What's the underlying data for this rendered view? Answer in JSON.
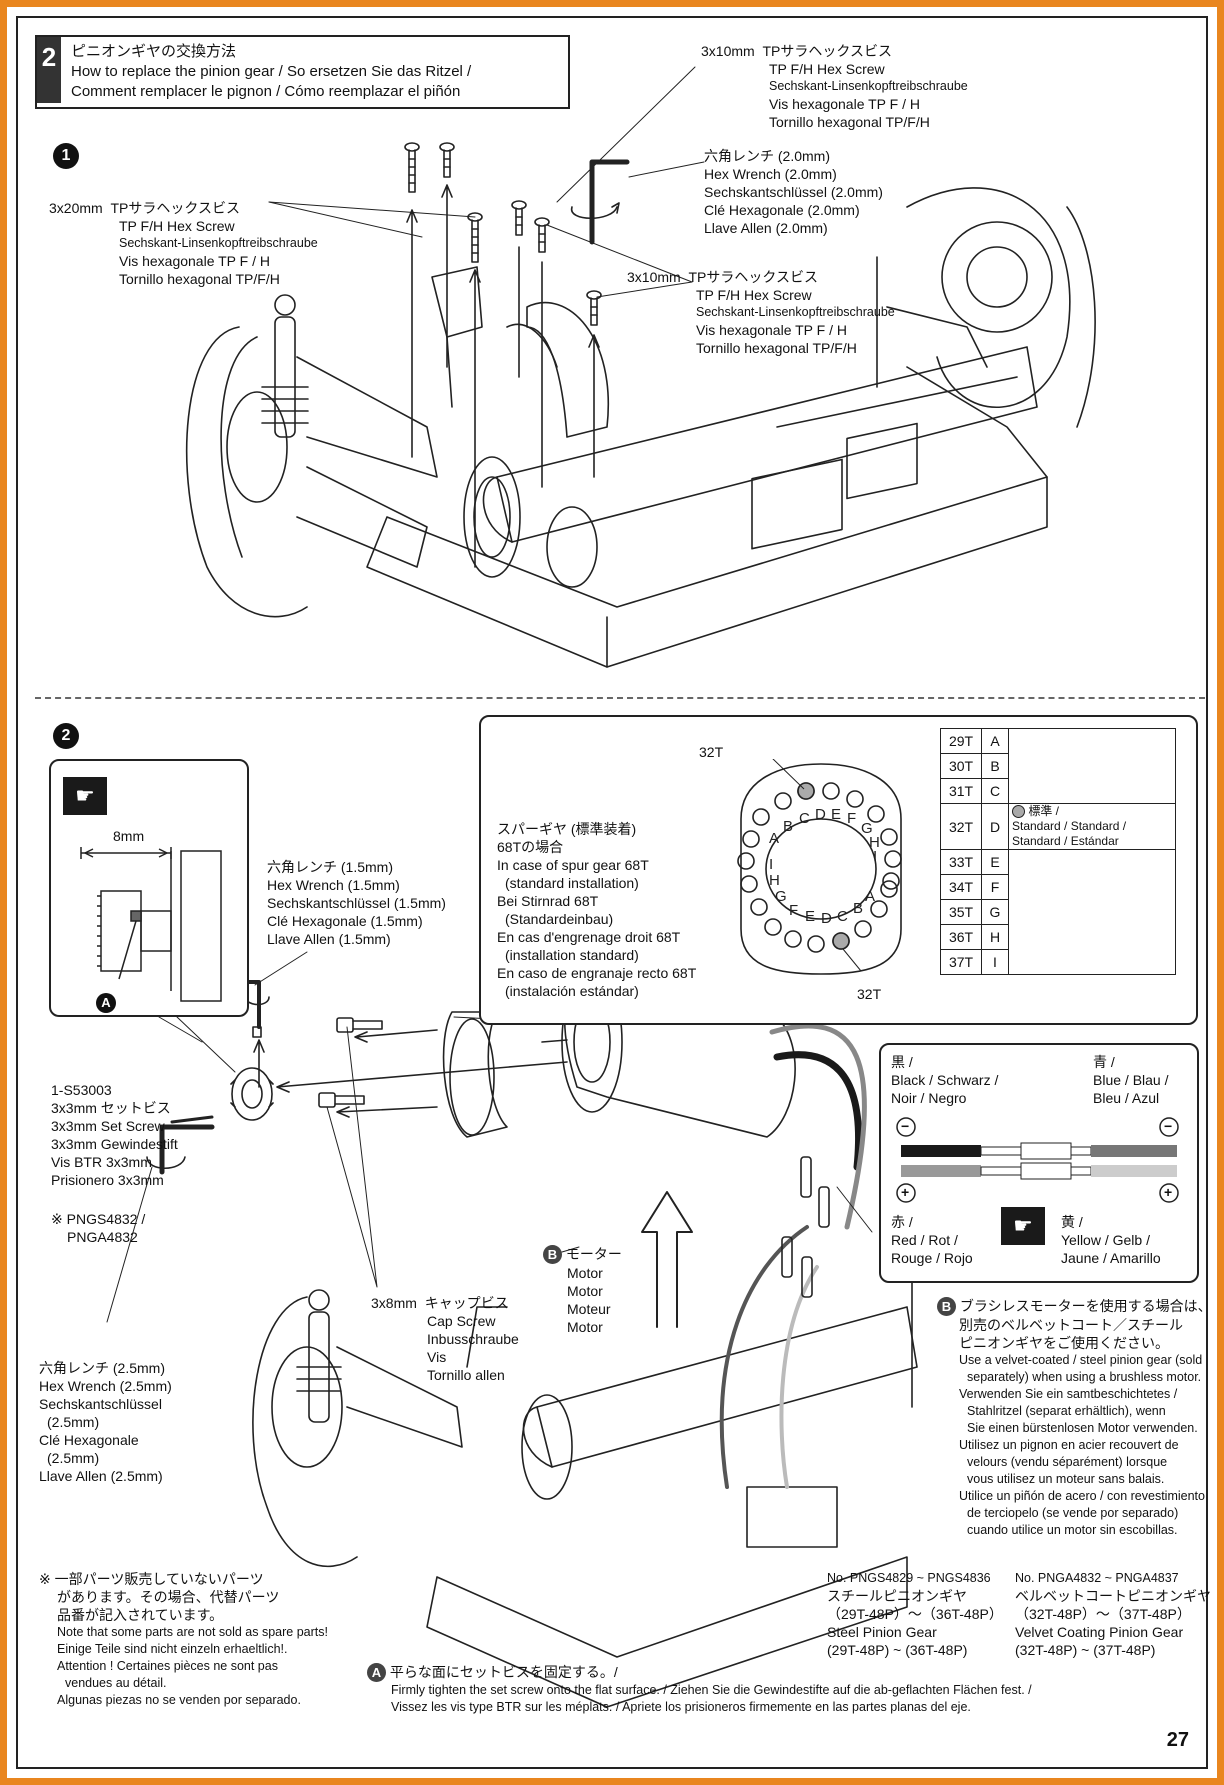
{
  "step": {
    "number": "2",
    "title_jp": "ピニオンギヤの交換方法",
    "title_line1": "How to replace the pinion gear / So ersetzen Sie das Ritzel /",
    "title_line2": "Comment remplacer le pignon / Cómo reemplazar el piñón"
  },
  "sub1": {
    "marker": "1"
  },
  "sub2": {
    "marker": "2"
  },
  "callouts_top": {
    "screw_3x10_top": {
      "size": "3x10mm",
      "jp": "TPサラヘックスビス",
      "en": "TP F/H Hex Screw",
      "de": "Sechskant-Linsenkopftreibschraube",
      "fr": "Vis hexagonale TP F / H",
      "es": "Tornillo hexagonal TP/F/H"
    },
    "hex_wrench_2": {
      "jp": "六角レンチ (2.0mm)",
      "en": "Hex Wrench (2.0mm)",
      "de": "Sechskantschlüssel (2.0mm)",
      "fr": "Clé Hexagonale (2.0mm)",
      "es": "Llave Allen (2.0mm)"
    },
    "screw_3x20": {
      "size": "3x20mm",
      "jp": "TPサラヘックスビス",
      "en": "TP F/H Hex Screw",
      "de": "Sechskant-Linsenkopftreibschraube",
      "fr": "Vis hexagonale TP F / H",
      "es": "Tornillo hexagonal TP/F/H"
    },
    "screw_3x10_mid": {
      "size": "3x10mm",
      "jp": "TPサラヘックスビス",
      "en": "TP F/H Hex Screw",
      "de": "Sechskant-Linsenkopftreibschraube",
      "fr": "Vis hexagonale TP F / H",
      "es": "Tornillo hexagonal TP/F/H"
    }
  },
  "detail_box": {
    "dimension": "8mm",
    "marker": "A"
  },
  "hex_wrench_15": {
    "jp": "六角レンチ (1.5mm)",
    "en": "Hex Wrench (1.5mm)",
    "de": "Sechskantschlüssel (1.5mm)",
    "fr": "Clé Hexagonale (1.5mm)",
    "es": "Llave Allen (1.5mm)"
  },
  "set_screw": {
    "part_no": "1-S53003",
    "jp": "3x3mm セットビス",
    "en": "3x3mm Set Screw",
    "de": "3x3mm Gewindestift",
    "fr": "Vis BTR 3x3mm",
    "es": "Prisionero 3x3mm"
  },
  "pinion_note": {
    "line1": "※ PNGS4832 /",
    "line2": "PNGA4832"
  },
  "cap_screw": {
    "size": "3x8mm",
    "jp": "キャップビス",
    "en": "Cap Screw",
    "de": "Inbusschraube",
    "fr": "Vis",
    "es": "Tornillo allen"
  },
  "hex_wrench_25": {
    "jp": "六角レンチ (2.5mm)",
    "en": "Hex Wrench (2.5mm)",
    "de": "Sechskantschlüssel",
    "de2": "(2.5mm)",
    "fr": "Clé Hexagonale",
    "fr2": "(2.5mm)",
    "es": "Llave Allen (2.5mm)"
  },
  "motor": {
    "marker": "B",
    "jp": "モーター",
    "en": "Motor",
    "de": "Motor",
    "fr": "Moteur",
    "es": "Motor"
  },
  "spur_gear": {
    "label_top": "32T",
    "label_bottom": "32T",
    "jp1": "スパーギヤ (標準装着)",
    "jp2": "68Tの場合",
    "en1": "In case of spur gear 68T",
    "en2": "(standard installation)",
    "de1": "Bei Stirnrad 68T",
    "de2": "(Standardeinbau)",
    "fr1": "En cas d'engrenage droit 68T",
    "fr2": "(installation standard)",
    "es1": "En caso de engranaje recto 68T",
    "es2": "(instalación estándar)",
    "hole_letters_top": [
      "A",
      "B",
      "C",
      "D",
      "E",
      "F",
      "G",
      "H",
      "I"
    ],
    "hole_letters_bottom": [
      "I",
      "H",
      "G",
      "F",
      "E",
      "D",
      "C",
      "B",
      "A"
    ]
  },
  "gear_table": {
    "rows": [
      {
        "teeth": "29T",
        "pos": "A"
      },
      {
        "teeth": "30T",
        "pos": "B"
      },
      {
        "teeth": "31T",
        "pos": "C"
      },
      {
        "teeth": "32T",
        "pos": "D"
      },
      {
        "teeth": "33T",
        "pos": "E"
      },
      {
        "teeth": "34T",
        "pos": "F"
      },
      {
        "teeth": "35T",
        "pos": "G"
      },
      {
        "teeth": "36T",
        "pos": "H"
      },
      {
        "teeth": "37T",
        "pos": "I"
      }
    ],
    "standard_jp": "標準 /",
    "standard_line1": "Standard / Standard /",
    "standard_line2": "Standard / Estándar"
  },
  "wiring": {
    "black_jp": "黒 /",
    "black_1": "Black / Schwarz /",
    "black_2": "Noir / Negro",
    "blue_jp": "青 /",
    "blue_1": "Blue / Blau /",
    "blue_2": "Bleu / Azul",
    "red_jp": "赤 /",
    "red_1": "Red / Rot /",
    "red_2": "Rouge / Rojo",
    "yellow_jp": "黄 /",
    "yellow_1": "Yellow / Gelb /",
    "yellow_2": "Jaune / Amarillo",
    "minus": "−",
    "plus": "+"
  },
  "brushless_note": {
    "marker": "B",
    "jp1": "ブラシレスモーターを使用する場合は、",
    "jp2": "別売のベルベットコート／スチール",
    "jp3": "ピニオンギヤをご使用ください。",
    "en1": "Use a velvet-coated / steel pinion gear (sold",
    "en2": "separately) when using a brushless motor.",
    "de1": "Verwenden Sie ein samtbeschichtetes /",
    "de2": "Stahlritzel (separat erhältlich), wenn",
    "de3": "Sie einen bürstenlosen Motor verwenden.",
    "fr1": "Utilisez un pignon en acier recouvert de",
    "fr2": "velours (vendu séparément) lorsque",
    "fr3": "vous utilisez un moteur sans balais.",
    "es1": "Utilice un piñón de acero / con revestimiento",
    "es2": "de terciopelo (se vende por separado)",
    "es3": "cuando utilice un motor sin escobillas."
  },
  "steel_pinion": {
    "range": "No. PNGS4829 ~ PNGS4836",
    "jp": "スチールピニオンギヤ",
    "spec_jp": "（29T-48P）～（36T-48P）",
    "en": "Steel Pinion Gear",
    "spec": "(29T-48P) ~ (36T-48P)"
  },
  "velvet_pinion": {
    "range": "No. PNGA4832 ~ PNGA4837",
    "jp": "ベルベットコートピニオンギヤ",
    "spec_jp": "（32T-48P）～（37T-48P）",
    "en": "Velvet Coating Pinion Gear",
    "spec": "(32T-48P) ~ (37T-48P)"
  },
  "spare_note": {
    "jp1": "※ 一部パーツ販売していないパーツ",
    "jp2": "があります。その場合、代替パーツ",
    "jp3": "品番が記入されています。",
    "en": "Note that some parts are not sold as spare parts!",
    "de": "Einige Teile sind nicht einzeln erhaeltlich!.",
    "fr1": "Attention ! Certaines pièces ne sont pas",
    "fr2": "vendues au détail.",
    "es": "Algunas piezas no se venden por separado."
  },
  "set_screw_note": {
    "marker": "A",
    "jp": "平らな面にセットビスを固定する。/",
    "line2": "Firmly tighten the set screw onto the flat surface. / Ziehen Sie die Gewindestifte auf die ab-geflachten Flächen fest. /",
    "line3": "Vissez les vis type BTR sur les méplats. / Apriete los prisioneros firmemente en las partes planas del eje."
  },
  "page_number": "27",
  "colors": {
    "frame": "#e9861f",
    "wire_black": "#1a1a1a",
    "wire_blue": "#777777",
    "wire_red": "#999999",
    "wire_yellow": "#cccccc"
  }
}
